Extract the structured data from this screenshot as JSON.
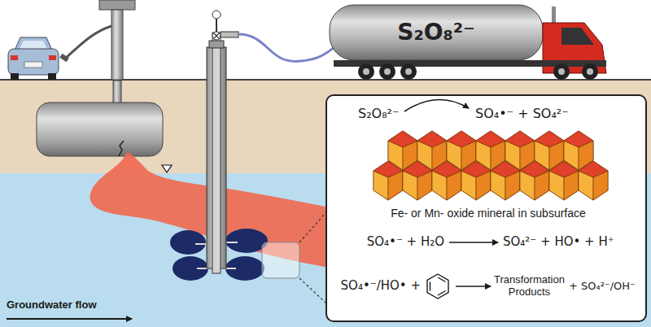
{
  "diagram": {
    "nodes": [
      {
        "text": [
          "S₂O₈²⁻"
        ]
      },
      {
        "text": [
          "S₂O₈²⁻",
          "SO₄•⁻ + SO₄²⁻",
          "Fe- or Mn- oxide mineral in subsurface",
          "SO₄•⁻ + H₂O",
          "SO₄²⁻ + HO• + H⁺",
          "SO₄•⁻/HO• +",
          "Transformation Products",
          "+ SO₄²⁻/OH⁻"
        ]
      }
    ],
    "labels": [
      "Groundwater flow"
    ]
  }
}
